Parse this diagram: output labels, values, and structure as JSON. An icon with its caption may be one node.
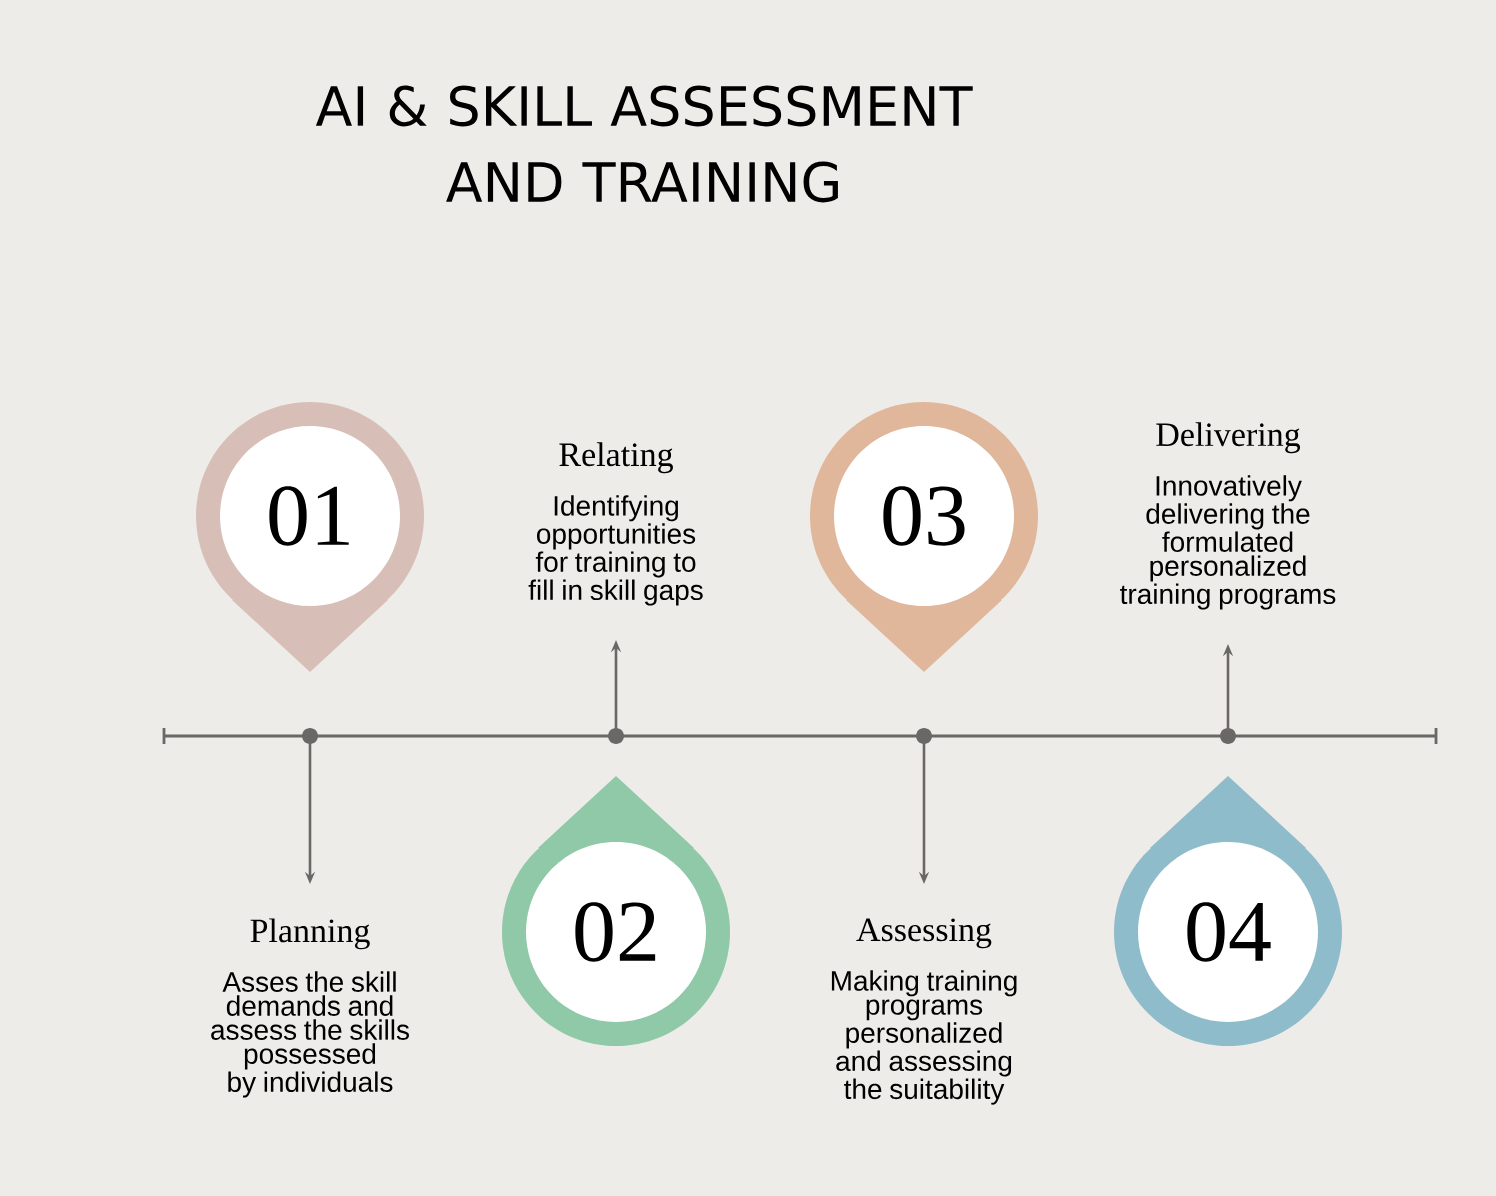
{
  "diagram": {
    "title": "AI & SKILL ASSESSMENT AND TRAINING",
    "nodes": [
      {
        "text": [
          "01"
        ]
      },
      {
        "text": [
          "Relating",
          "Identifying opportunities for training to fill in skill gaps"
        ]
      },
      {
        "text": [
          "03"
        ]
      },
      {
        "text": [
          "Delivering",
          "Innovatively delivering the formulated personalized training programs"
        ]
      },
      {
        "text": [
          "Planning",
          "Asses the skill demands and assess the skills possessed by individuals"
        ]
      },
      {
        "text": [
          "02"
        ]
      },
      {
        "text": [
          "Assessing",
          "Making training programs personalized and assessing the suitability"
        ]
      },
      {
        "text": [
          "04"
        ]
      }
    ],
    "edges": [
      {
        "from": null,
        "to": 4,
        "arrow": "to"
      },
      {
        "from": null,
        "to": 1,
        "arrow": "to"
      },
      {
        "from": null,
        "to": 6,
        "arrow": "to"
      },
      {
        "from": null,
        "to": 3,
        "arrow": "to"
      }
    ]
  }
}
